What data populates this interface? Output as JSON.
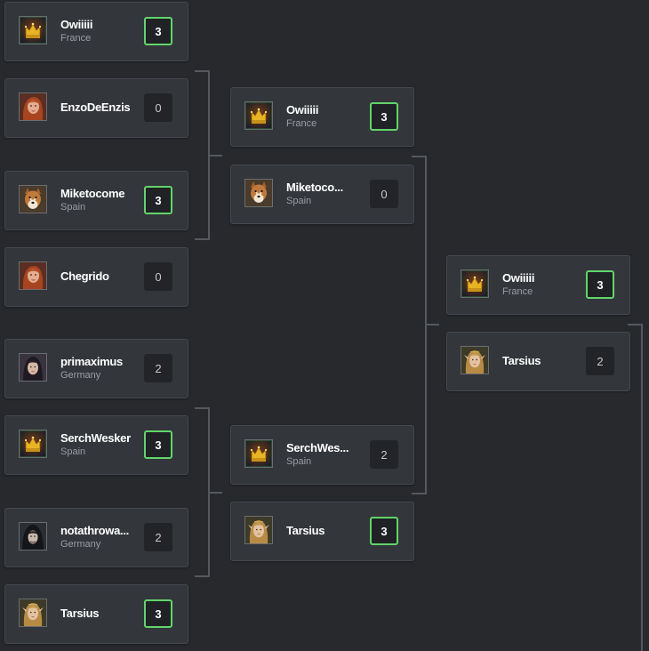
{
  "rounds": [
    {
      "matches": [
        {
          "players": [
            {
              "name": "Owiiiii",
              "country": "France",
              "score": "3",
              "winner": true,
              "avatar": "crown-avatar-icon"
            },
            {
              "name": "EnzoDeEnzis",
              "country": "",
              "score": "0",
              "winner": false,
              "avatar": "redhead-woman-avatar-icon"
            }
          ]
        },
        {
          "players": [
            {
              "name": "Miketocome",
              "country": "Spain",
              "score": "3",
              "winner": true,
              "avatar": "dog-avatar-icon"
            },
            {
              "name": "Chegrido",
              "country": "",
              "score": "0",
              "winner": false,
              "avatar": "redhead-woman-avatar-icon"
            }
          ]
        },
        {
          "players": [
            {
              "name": "primaximus",
              "country": "Germany",
              "score": "2",
              "winner": false,
              "avatar": "dark-haired-woman-avatar-icon"
            },
            {
              "name": "SerchWesker",
              "country": "Spain",
              "score": "3",
              "winner": true,
              "avatar": "crown-avatar-icon"
            }
          ]
        },
        {
          "players": [
            {
              "name": "notathrowa...",
              "country": "Germany",
              "score": "2",
              "winner": false,
              "avatar": "hooded-man-avatar-icon"
            },
            {
              "name": "Tarsius",
              "country": "",
              "score": "3",
              "winner": true,
              "avatar": "elf-avatar-icon"
            }
          ]
        }
      ]
    },
    {
      "matches": [
        {
          "players": [
            {
              "name": "Owiiiii",
              "country": "France",
              "score": "3",
              "winner": true,
              "avatar": "crown-avatar-icon"
            },
            {
              "name": "Miketoco...",
              "country": "Spain",
              "score": "0",
              "winner": false,
              "avatar": "dog-avatar-icon"
            }
          ]
        },
        {
          "players": [
            {
              "name": "SerchWes...",
              "country": "Spain",
              "score": "2",
              "winner": false,
              "avatar": "crown-avatar-icon"
            },
            {
              "name": "Tarsius",
              "country": "",
              "score": "3",
              "winner": true,
              "avatar": "elf-avatar-icon"
            }
          ]
        }
      ]
    },
    {
      "matches": [
        {
          "players": [
            {
              "name": "Owiiiii",
              "country": "France",
              "score": "3",
              "winner": true,
              "avatar": "crown-avatar-icon"
            },
            {
              "name": "Tarsius",
              "country": "",
              "score": "2",
              "winner": false,
              "avatar": "elf-avatar-icon"
            }
          ]
        }
      ]
    }
  ],
  "colors": {
    "background": "#27292d",
    "card": "#33363b",
    "card_border": "#45484e",
    "connector": "#55585d",
    "winner_border": "#61d56a",
    "country_text": "#9a9ea4"
  }
}
